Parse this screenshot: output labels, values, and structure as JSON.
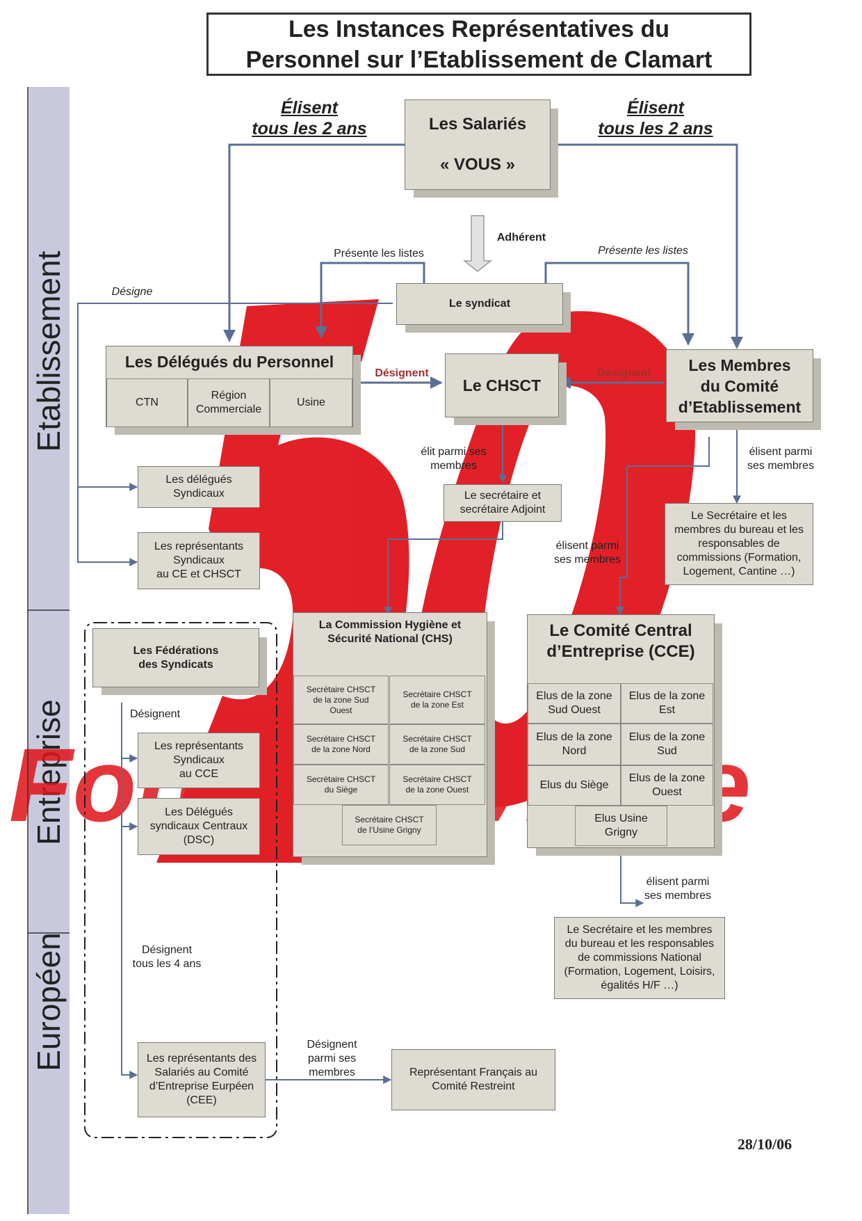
{
  "title": "Les Instances Représentatives du\nPersonnel sur l’Etablissement de Clamart",
  "date": "28/10/06",
  "sidebar": {
    "level1": "Etablissement",
    "level2": "Entreprise",
    "level3": "Européen"
  },
  "logo": {
    "number": "50",
    "word": "Force Ouvrière"
  },
  "salaries": {
    "title": "Les Salariés",
    "subtitle": "« VOUS »"
  },
  "labels": {
    "elisent_left": "Élisent\ntous les 2 ans",
    "elisent_right": "Élisent\ntous les 2 ans",
    "adherent": "Adhérent",
    "presente_left": "Présente les listes",
    "presente_right": "Présente les listes",
    "designe": "Désigne",
    "designent_left": "Désignent",
    "designent_right": "Désignent",
    "elit_parmi": "élit parmi ses\nmembres",
    "elisent_parmi_right": "élisent parmi\nses membres",
    "elisent_parmi_mid": "élisent parmi\nses membres",
    "elisent_parmi_cce": "élisent parmi\nses membres",
    "designent_fed": "Désignent",
    "designent_4ans": "Désignent\ntous les 4 ans",
    "designent_parmi": "Désignent\nparmi ses\nmembres"
  },
  "syndicat": "Le syndicat",
  "dp": {
    "title": "Les Délégués du Personnel",
    "cells": [
      "CTN",
      "Région\nCommerciale",
      "Usine"
    ]
  },
  "chsct": "Le CHSCT",
  "ce": "Les Membres\ndu Comité\nd’Etablissement",
  "delegues_syndicaux": "Les délégués\nSyndicaux",
  "rep_syndicaux_ce": "Les représentants\nSyndicaux\nau CE et CHSCT",
  "secretaire_chsct": "Le secrétaire et\nsecrétaire Adjoint",
  "secretaire_ce": "Le Secrétaire et les\nmembres du bureau et les\nresponsables de\ncommissions (Formation,\nLogement, Cantine …)",
  "federations": "Les Fédérations\ndes Syndicats",
  "rep_cce": "Les représentants\nSyndicaux\nau CCE",
  "dsc": "Les Délégués\nsyndicaux Centraux\n(DSC)",
  "chs": {
    "title": "La Commission Hygiène et\nSécurité National (CHS)",
    "cells": [
      "Secrétaire CHSCT\nde la zone Sud\nOuest",
      "Secrétaire CHSCT\nde la zone Est",
      "Secrétaire CHSCT\nde la zone Nord",
      "Secrétaire CHSCT\nde la zone Sud",
      "Secrétaire CHSCT\ndu Siège",
      "Secrétaire CHSCT\nde la zone Ouest",
      "Secrétaire CHSCT\nde l’Usine Grigny"
    ]
  },
  "cce": {
    "title": "Le Comité Central\nd’Entreprise (CCE)",
    "cells": [
      "Elus de la zone\nSud Ouest",
      "Elus de la zone\nEst",
      "Elus de la zone\nNord",
      "Elus de la zone\nSud",
      "Elus du Siège",
      "Elus de la zone\nOuest",
      "Elus Usine\nGrigny"
    ]
  },
  "secretaire_cce": "Le Secrétaire et les membres\ndu bureau et les responsables\nde commissions National\n(Formation, Logement, Loisirs,\négalités H/F …)",
  "cee": "Les représentants des\nSalariés au Comité\nd’Entreprise Eurpéen\n(CEE)",
  "comite_restreint": "Représentant Français au\nComité Restreint",
  "colors": {
    "line": "#5b6e93",
    "box": "#dedbd2",
    "logo": "#e0141b",
    "band": "#c9c9de"
  }
}
